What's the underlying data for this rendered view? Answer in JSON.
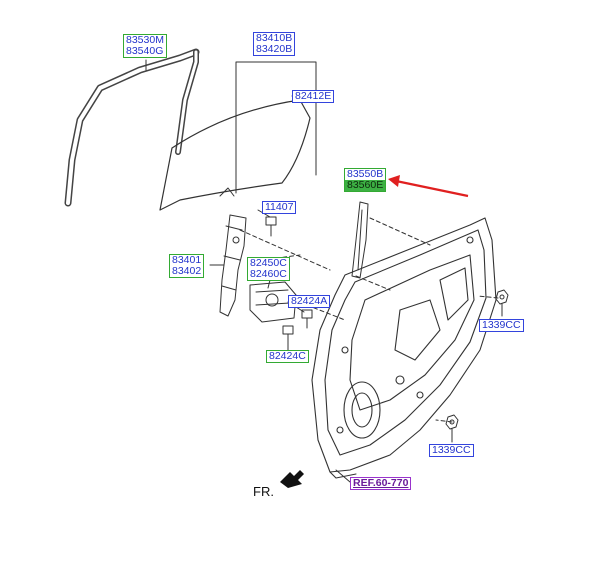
{
  "labels": {
    "p83530": [
      "83530M",
      "83540G"
    ],
    "p83410": [
      "83410B",
      "83420B"
    ],
    "p82412": "82412E",
    "p83550": [
      "83550B",
      "83560E"
    ],
    "p11407": "11407",
    "p83401": [
      "83401",
      "83402"
    ],
    "p82450": [
      "82450C",
      "82460C"
    ],
    "p82424a": "82424A",
    "p82424c": "82424C",
    "p1339a": "1339CC",
    "p1339b": "1339CC",
    "ref": "REF.60-770",
    "front": "FR."
  },
  "colors": {
    "label_blue": "#3344dd",
    "label_green": "#33aa33",
    "highlight_green": "#3cb043",
    "ref_purple": "#9933cc",
    "arrow_red": "#e02020",
    "line": "#333333"
  },
  "icons": {
    "front_arrow": "arrow-left-down-icon",
    "callout_arrow": "red-arrow-icon"
  }
}
